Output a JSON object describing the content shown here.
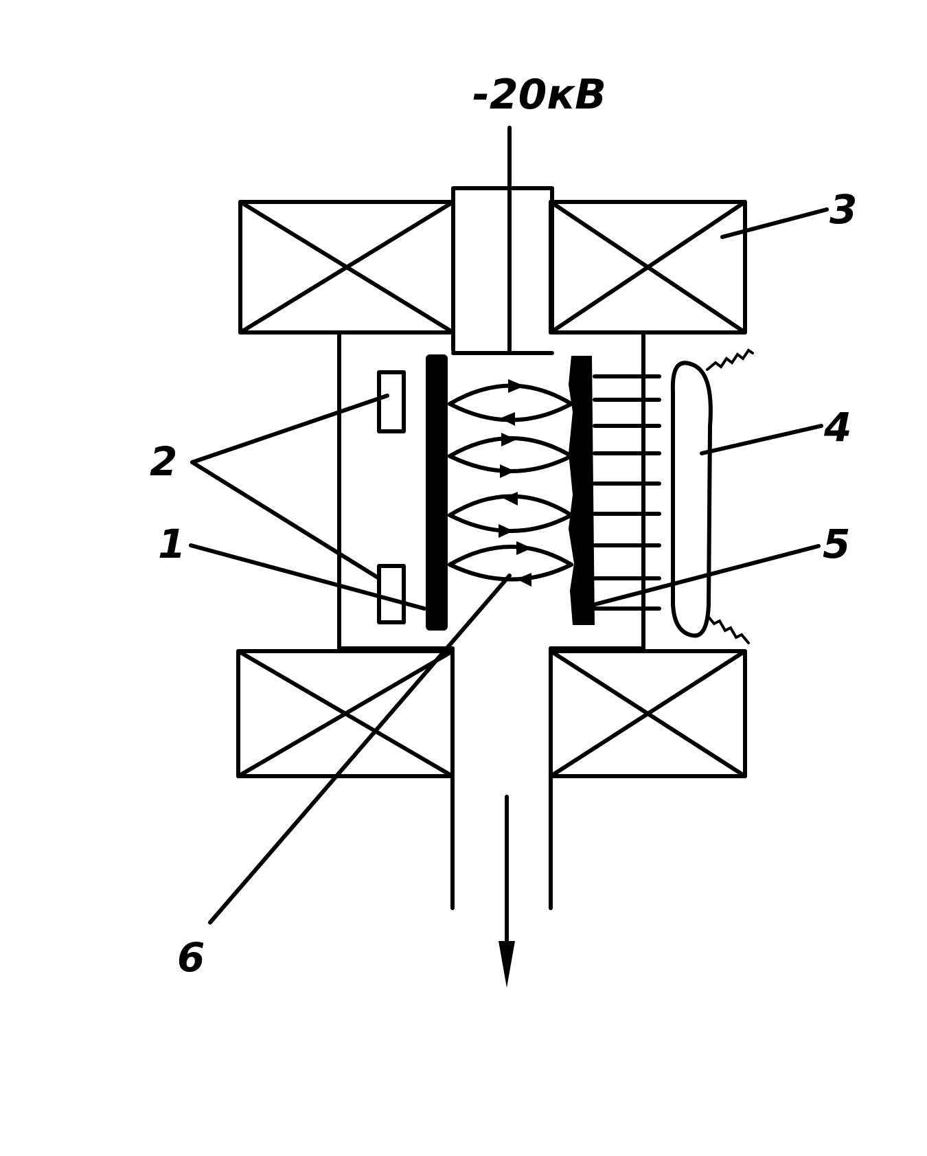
{
  "labels": {
    "voltage": "-20кВ",
    "n1": "1",
    "n2": "2",
    "n3": "3",
    "n4": "4",
    "n5": "5",
    "n6": "6"
  },
  "colors": {
    "ink": "#000000",
    "paper": "#ffffff"
  }
}
